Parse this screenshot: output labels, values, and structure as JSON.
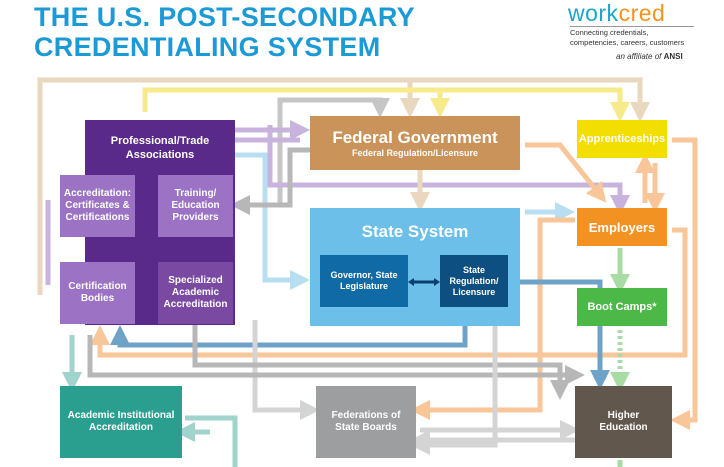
{
  "title": {
    "line1": "THE U.S. POST-SECONDARY",
    "line2": "CREDENTIALING SYSTEM"
  },
  "logo": {
    "work": "work",
    "cred": "cred",
    "tagline": "Connecting credentials, competencies, careers, customers",
    "affiliate_prefix": "an affiliate of",
    "affiliate_org": "ANSI"
  },
  "nodes": {
    "professional": "Professional/Trade Associations",
    "accreditation": "Accreditation: Certificates & Certifications",
    "training": "Training/ Education Providers",
    "certification": "Certification Bodies",
    "specialized": "Specialized Academic Accreditation",
    "federal": "Federal Government",
    "federal_sub": "Federal Regulation/Licensure",
    "state": "State System",
    "governor": "Governor, State Legislature",
    "state_reg": "State Regulation/ Licensure",
    "apprenticeships": "Apprenticeships",
    "employers": "Employers",
    "bootcamps": "Boot Camps*",
    "academic": "Academic Institutional Accreditation",
    "federations": "Federations of State Boards",
    "higher_ed": "Higher Education"
  },
  "colors": {
    "title": "#1b9ad6",
    "purple_dark": "#5a2a8a",
    "purple_light": "#9b72c4",
    "purple_mid": "#7a4aa3",
    "federal": "#c9935a",
    "state": "#6bbfe8",
    "state_inner": "#0f6aa5",
    "apprenticeships": "#f2de00",
    "employers": "#f29222",
    "bootcamps": "#4cb848",
    "academic": "#2a9f90",
    "federations": "#9d9ea0",
    "higher_ed": "#62574d"
  }
}
